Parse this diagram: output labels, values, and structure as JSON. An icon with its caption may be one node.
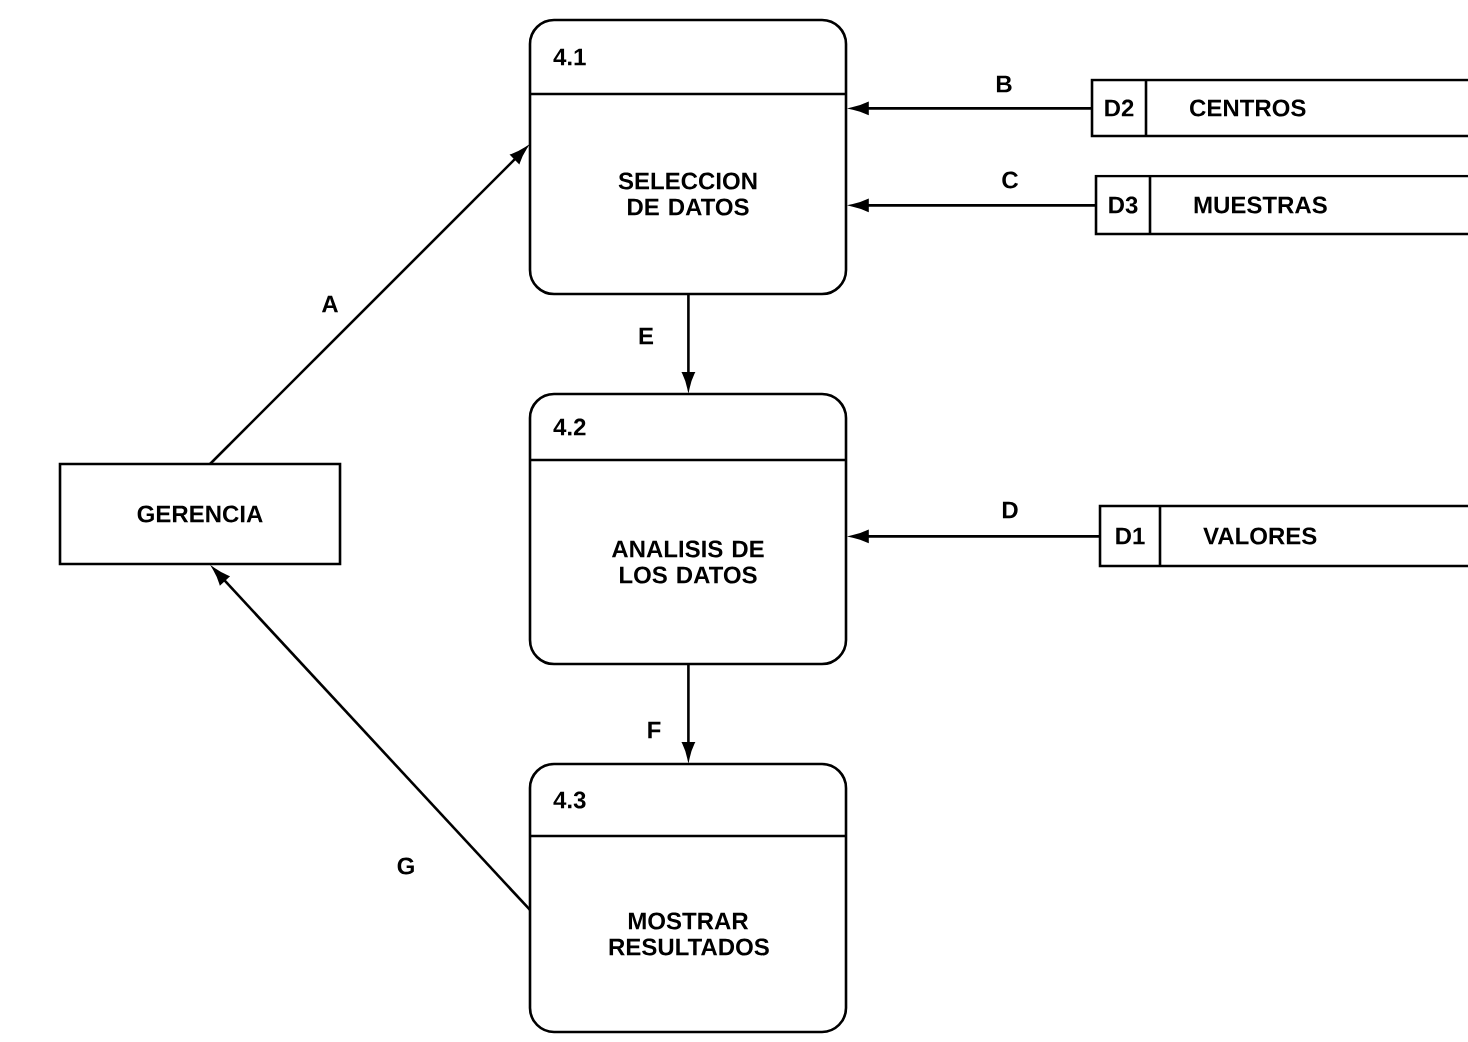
{
  "diagram": {
    "nodes": [
      {
        "text": [
          "4.1",
          "SELECCION DE DATOS"
        ]
      },
      {
        "text": [
          "D2",
          "CENTROS"
        ]
      },
      {
        "text": [
          "D3",
          "MUESTRAS"
        ]
      },
      {
        "text": [
          "GERENCIA"
        ]
      },
      {
        "text": [
          "4.2",
          "ANALISIS DE LOS DATOS"
        ]
      },
      {
        "text": [
          "D1",
          "VALORES"
        ]
      },
      {
        "text": [
          "4.3",
          "MOSTRAR RESULTADOS"
        ]
      }
    ],
    "edges": [
      {
        "from": 3,
        "to": 0,
        "arrow": "to",
        "label": "A"
      },
      {
        "from": 1,
        "to": 0,
        "arrow": "to",
        "label": "B"
      },
      {
        "from": 2,
        "to": 0,
        "arrow": "to",
        "label": "C"
      },
      {
        "from": 5,
        "to": 4,
        "arrow": "to",
        "label": "D"
      },
      {
        "from": 0,
        "to": 4,
        "arrow": "to",
        "label": "E"
      },
      {
        "from": 4,
        "to": 6,
        "arrow": "to",
        "label": "F"
      },
      {
        "from": 6,
        "to": 3,
        "arrow": "to",
        "label": "G"
      }
    ]
  }
}
